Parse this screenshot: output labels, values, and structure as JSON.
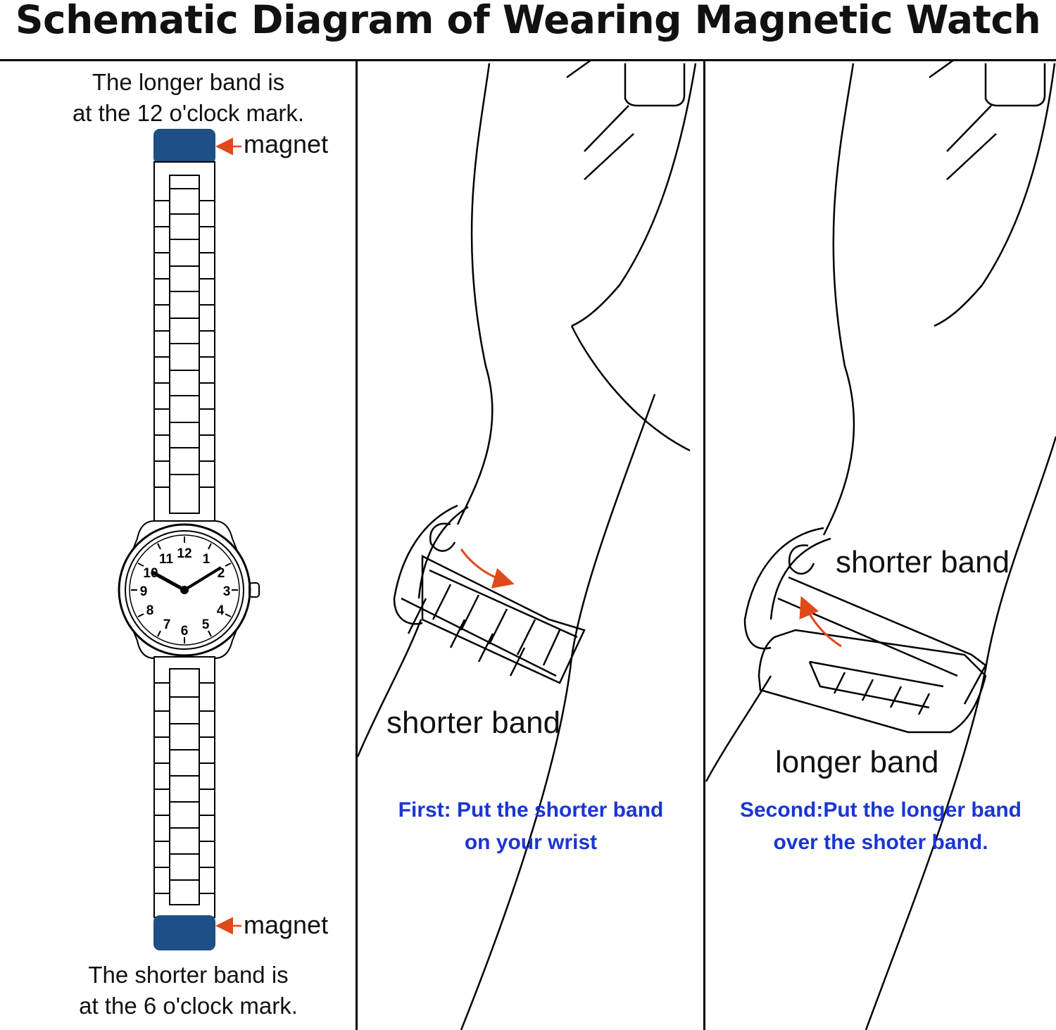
{
  "title": "Schematic Diagram of Wearing Magnetic Watch",
  "left_panel": {
    "top_caption_line1": "The longer band is",
    "top_caption_line2": "at the 12 o'clock mark.",
    "magnet_top": "magnet",
    "magnet_bottom": "magnet",
    "bottom_caption_line1": "The shorter band is",
    "bottom_caption_line2": "at the 6 o'clock mark.",
    "dial_numbers": [
      "12",
      "1",
      "2",
      "3",
      "4",
      "5",
      "6",
      "7",
      "8",
      "9",
      "10",
      "11"
    ]
  },
  "middle_panel": {
    "band_label": "shorter band",
    "instruction_line1": "First: Put the shorter band",
    "instruction_line2": "on your wrist"
  },
  "right_panel": {
    "band_label_top": "shorter band",
    "band_label_bottom": "longer band",
    "instruction_line1": "Second:Put the longer band",
    "instruction_line2": "over the shoter band."
  },
  "colors": {
    "magnet": "#1e4f86",
    "arrow": "#e04a1a",
    "instruction_text": "#1a35d6",
    "lines": "#000000"
  }
}
